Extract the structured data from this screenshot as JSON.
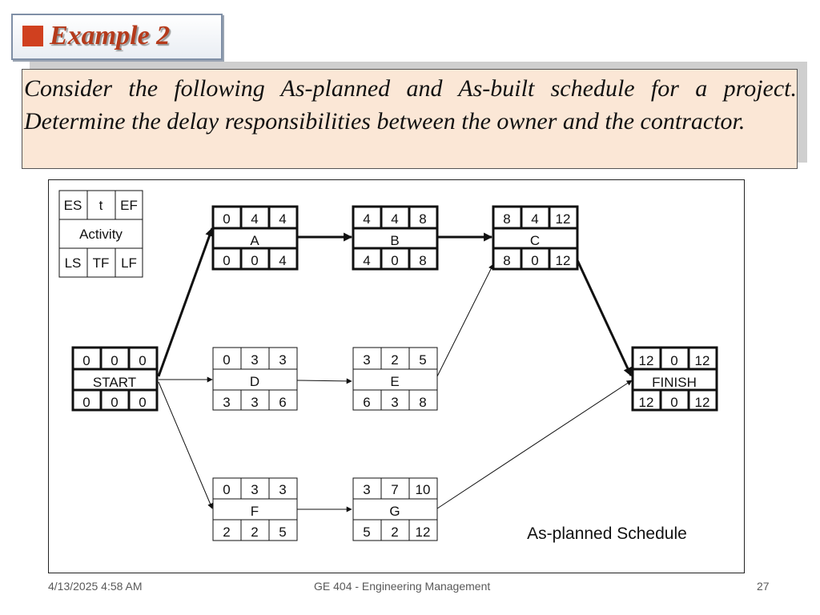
{
  "slide": {
    "title": "Example 2",
    "question": "Consider the following As-planned and As-built schedule for a project. Determine the delay responsibilities between the owner and the contractor."
  },
  "legend": {
    "es": "ES",
    "t": "t",
    "ef": "EF",
    "activity": "Activity",
    "ls": "LS",
    "tf": "TF",
    "lf": "LF"
  },
  "nodes": {
    "start": {
      "name": "START",
      "es": "0",
      "t": "0",
      "ef": "0",
      "ls": "0",
      "tf": "0",
      "lf": "0"
    },
    "a": {
      "name": "A",
      "es": "0",
      "t": "4",
      "ef": "4",
      "ls": "0",
      "tf": "0",
      "lf": "4"
    },
    "b": {
      "name": "B",
      "es": "4",
      "t": "4",
      "ef": "8",
      "ls": "4",
      "tf": "0",
      "lf": "8"
    },
    "c": {
      "name": "C",
      "es": "8",
      "t": "4",
      "ef": "12",
      "ls": "8",
      "tf": "0",
      "lf": "12"
    },
    "d": {
      "name": "D",
      "es": "0",
      "t": "3",
      "ef": "3",
      "ls": "3",
      "tf": "3",
      "lf": "6"
    },
    "e": {
      "name": "E",
      "es": "3",
      "t": "2",
      "ef": "5",
      "ls": "6",
      "tf": "3",
      "lf": "8"
    },
    "f": {
      "name": "F",
      "es": "0",
      "t": "3",
      "ef": "3",
      "ls": "2",
      "tf": "2",
      "lf": "5"
    },
    "g": {
      "name": "G",
      "es": "3",
      "t": "7",
      "ef": "10",
      "ls": "5",
      "tf": "2",
      "lf": "12"
    },
    "finish": {
      "name": "FINISH",
      "es": "12",
      "t": "0",
      "ef": "12",
      "ls": "12",
      "tf": "0",
      "lf": "12"
    }
  },
  "diagram_caption": "As-planned Schedule",
  "footer": {
    "datetime": "4/13/2025 4:58 AM",
    "course": "GE 404 - Engineering Management",
    "page": "27"
  },
  "colors": {
    "title_red": "#b53a1b",
    "question_bg": "#fbe7d6",
    "bullet": "#d0401f"
  }
}
